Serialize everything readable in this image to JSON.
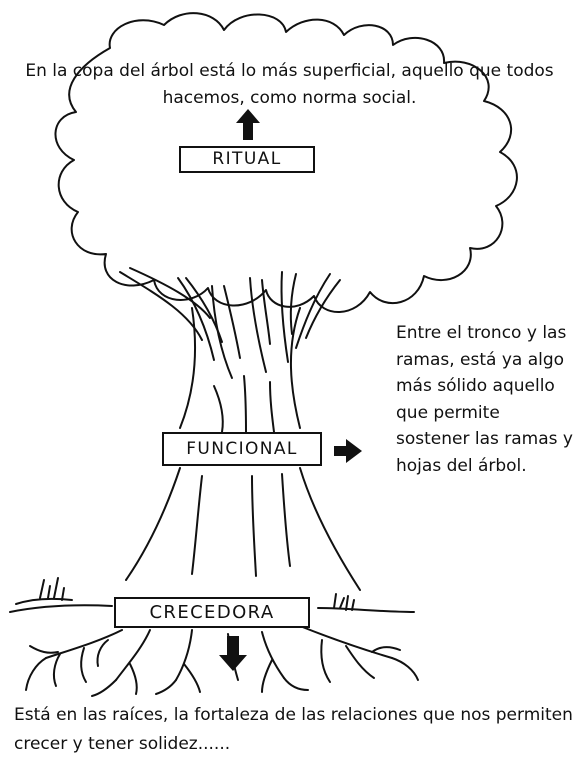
{
  "diagram": {
    "crown_text": "En la copa del árbol está lo más superficial, aquello que todos hacemos, como norma social.",
    "side_text": "Entre el tronco y las ramas, está ya algo más sólido aquello que permite sostener las ramas y hojas del árbol.",
    "root_text": "Está en las raíces, la fortaleza de las relaciones que nos permiten crecer y tener solidez......",
    "labels": {
      "ritual": "RITUAL",
      "funcional": "FUNCIONAL",
      "crecedora": "CRECEDORA"
    }
  },
  "icons": {
    "ritual_arrow": "arrow-up-icon",
    "funcional_arrow": "arrow-right-icon",
    "crecedora_arrow": "arrow-down-icon"
  },
  "colors": {
    "ink": "#111111",
    "paper": "#ffffff"
  }
}
